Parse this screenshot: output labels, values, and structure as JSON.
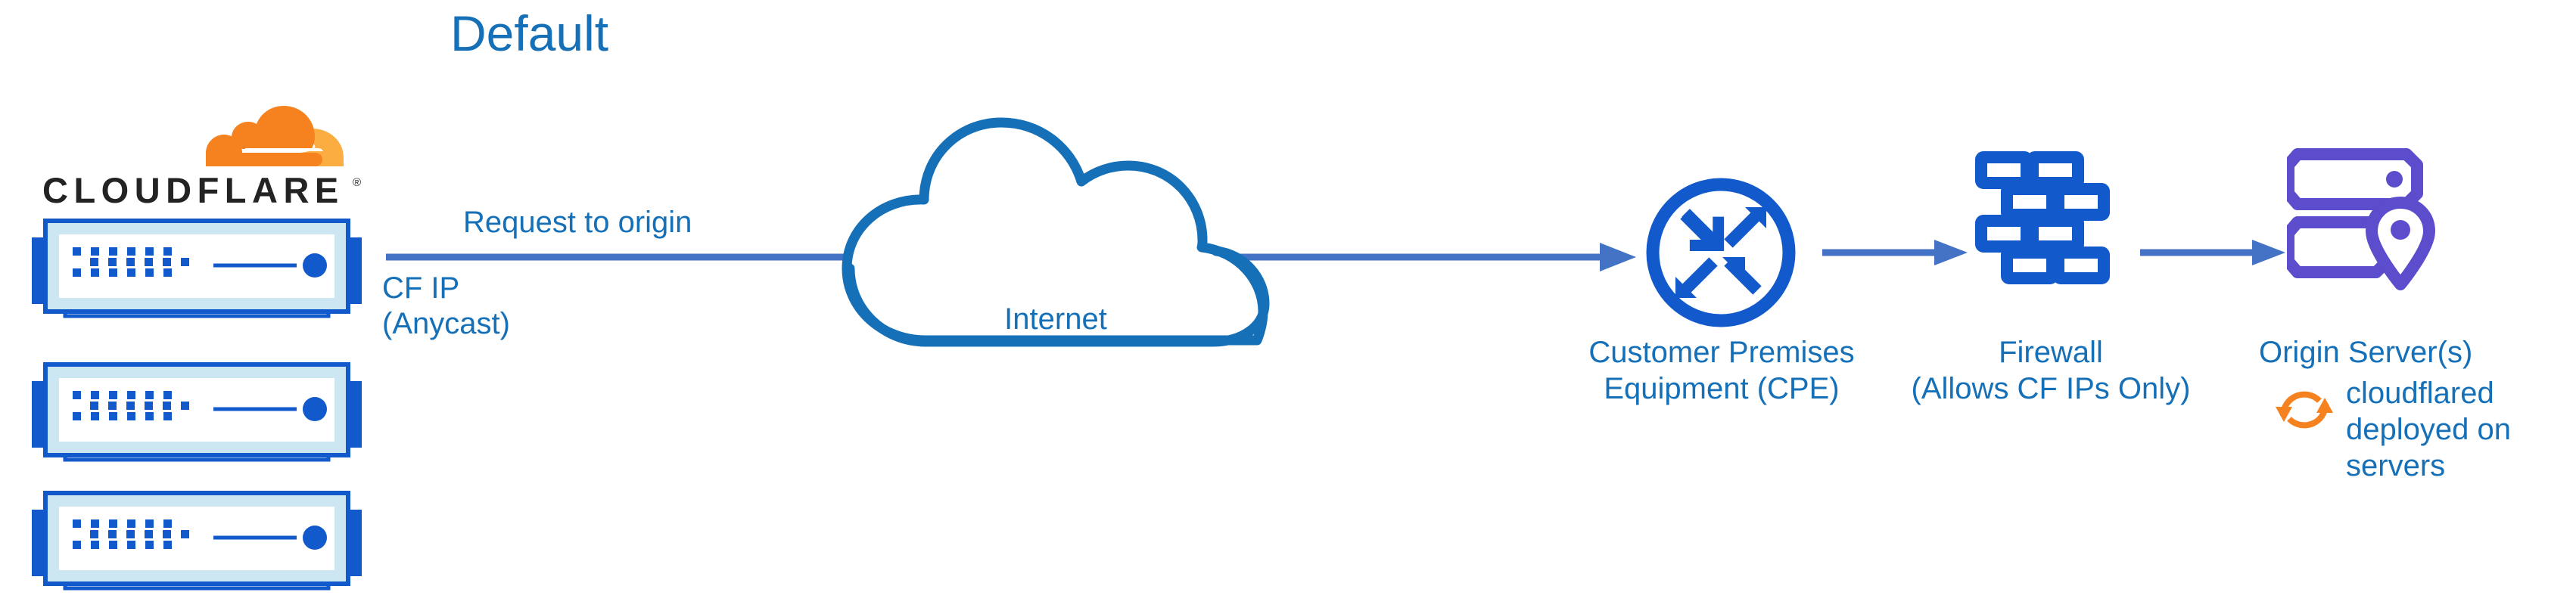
{
  "diagram": {
    "title": "Default",
    "accent_blue": "#1570B8",
    "arrow_blue": "#4472C4",
    "icon_blue": "#1259CC",
    "origin_purple": "#5B4DCB",
    "cloudflare_orange": "#F6821F",
    "cloudflare_orange_light": "#FBAD41",
    "wordmark_color": "#232323"
  },
  "brand": {
    "logo_name": "cloudflare-logo-icon",
    "wordmark": "CLOUDFLARE",
    "trademark": "®"
  },
  "edge_servers": {
    "icon_name": "cloudflare-edge-server-icon",
    "count": 3
  },
  "flow": {
    "main_label": "Request to origin",
    "source_label_line1": "CF IP",
    "source_label_line2": "(Anycast)",
    "arrow_name": "request-to-origin-arrow"
  },
  "internet": {
    "label": "Internet",
    "icon_name": "internet-cloud-icon"
  },
  "cpe": {
    "label_line1": "Customer Premises",
    "label_line2": "Equipment (CPE)",
    "icon_name": "router-four-arrows-icon"
  },
  "firewall": {
    "label_line1": "Firewall",
    "label_line2": "(Allows CF IPs Only)",
    "icon_name": "firewall-brick-wall-icon"
  },
  "origin": {
    "label": "Origin Server(s)",
    "icon_name": "origin-server-rack-pin-icon",
    "note_line1": "cloudflared",
    "note_line2": "deployed on",
    "note_line3": "servers",
    "note_icon_name": "cloudflared-sync-icon"
  }
}
